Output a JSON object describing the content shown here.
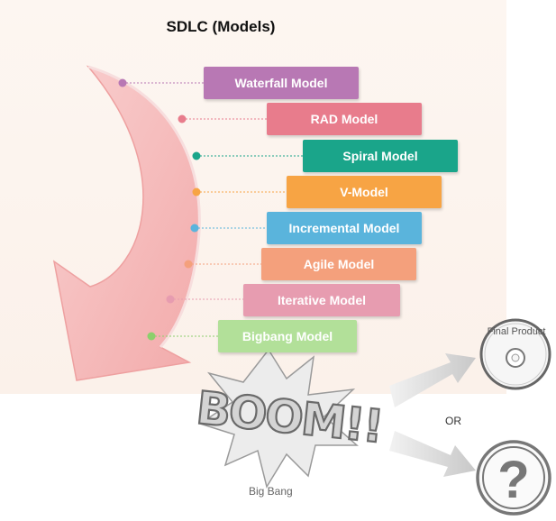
{
  "title": "SDLC (Models)",
  "models": [
    {
      "label": "Waterfall Model",
      "color": "#b878b4"
    },
    {
      "label": "RAD Model",
      "color": "#e87c8c"
    },
    {
      "label": "Spiral Model",
      "color": "#1aa58a"
    },
    {
      "label": "V-Model",
      "color": "#f7a444"
    },
    {
      "label": "Incremental Model",
      "color": "#5ab4dc"
    },
    {
      "label": "Agile Model",
      "color": "#f4a07c"
    },
    {
      "label": "Iterative Model",
      "color": "#e79cb0"
    },
    {
      "label": "Bigbang Model",
      "color": "#b2e099"
    }
  ],
  "big_bang": {
    "boom_text": "BOOM!!",
    "caption": "Big Bang"
  },
  "outcomes": {
    "final_product_label": "Final Product",
    "or_label": "OR",
    "unknown_symbol": "?"
  },
  "colors": {
    "arrow_fill": "#f4b6b6",
    "arrow_stroke": "#eea0a0",
    "background": "#fdf6f1"
  }
}
